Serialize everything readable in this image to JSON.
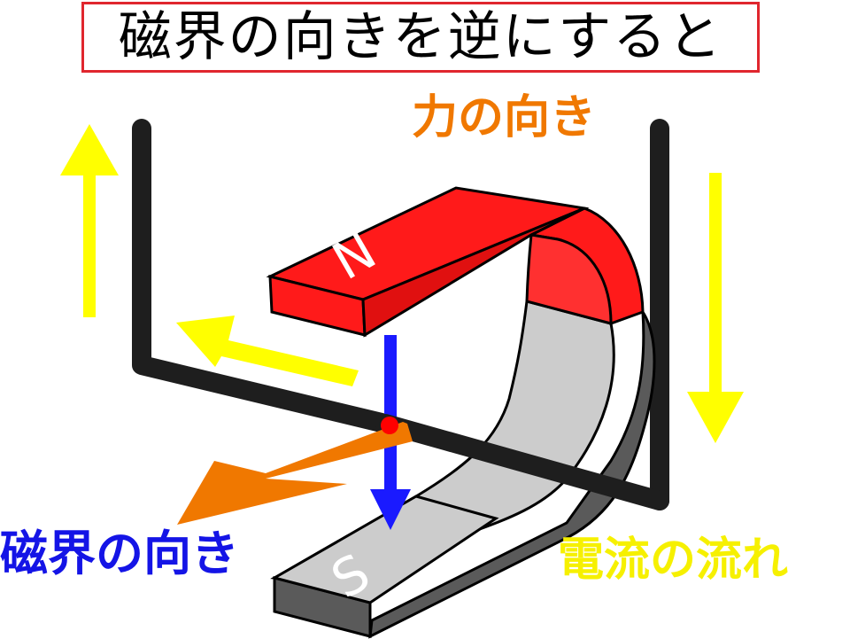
{
  "title": "磁界の向きを逆にすると",
  "labels": {
    "force": "力の向き",
    "field": "磁界の向き",
    "current": "電流の流れ"
  },
  "magnet": {
    "north_label": "N",
    "south_label": "S"
  },
  "colors": {
    "title_border": "#e0262e",
    "force": "#f07800",
    "field": "#1414e6",
    "current": "#f6f000",
    "magnet_north": "#ff2020",
    "magnet_south": "#cccccc",
    "wire": "#1e1e1e"
  }
}
